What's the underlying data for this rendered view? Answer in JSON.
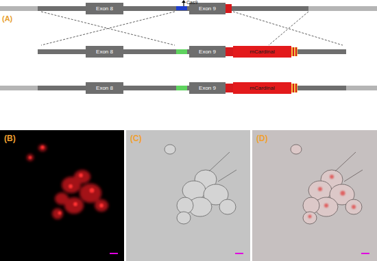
{
  "diagram": {
    "nodes": [
      {
        "text": [
          "Exon 8"
        ]
      },
      {
        "text": [
          "Exon 9"
        ]
      },
      {
        "text": [
          "Exon 8"
        ]
      },
      {
        "text": [
          "Exon 9"
        ]
      },
      {
        "text": [
          "mCardinal"
        ]
      },
      {
        "text": [
          "Exon 8"
        ]
      },
      {
        "text": [
          "Exon 9"
        ]
      },
      {
        "text": [
          "mCardinal"
        ]
      }
    ],
    "labels": [
      "(A)",
      "Cas9",
      "(B)",
      "(C)",
      "(D)"
    ]
  }
}
